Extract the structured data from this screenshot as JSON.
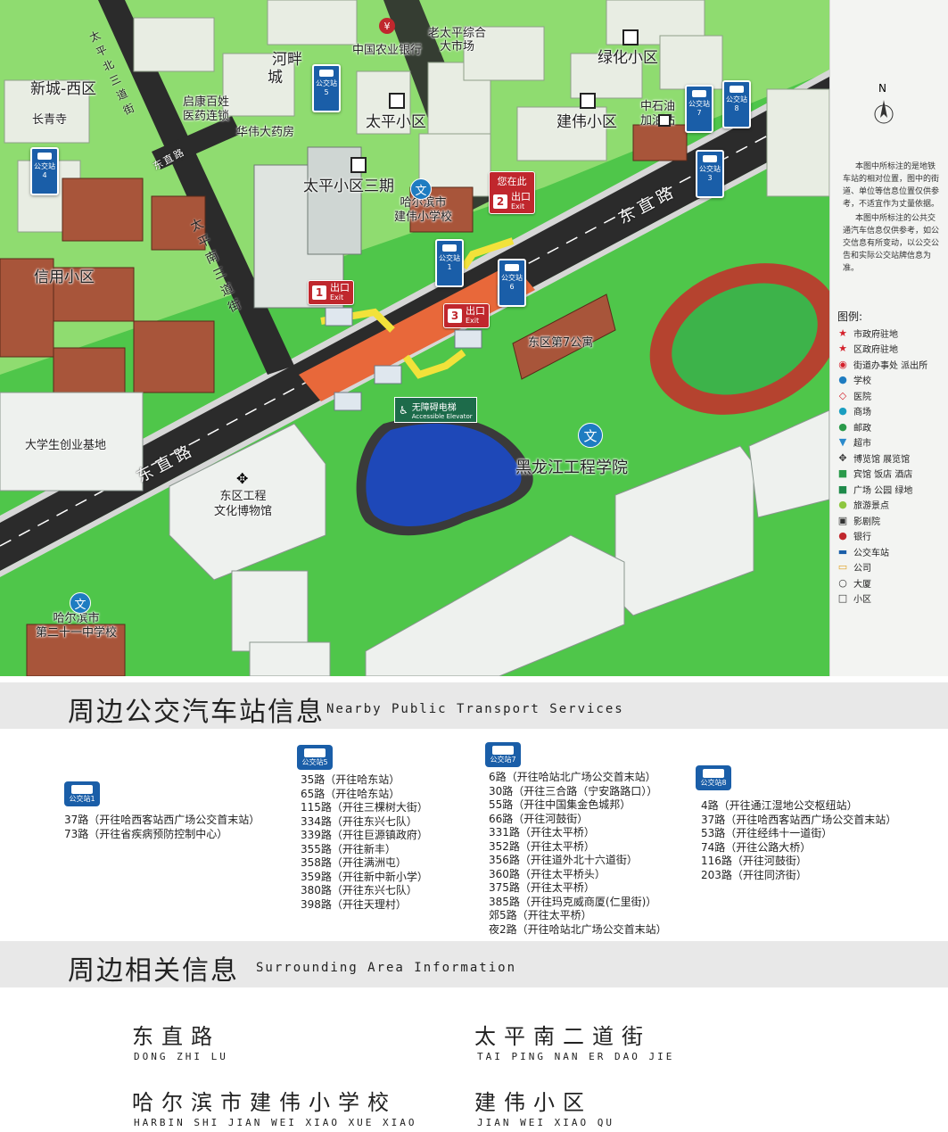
{
  "map": {
    "places": {
      "xincheng_west": "新城-西区",
      "changqing_temple": "长青寺",
      "qikang": "启康百姓\n医药连锁",
      "huawei_pharmacy": "华伟大药房",
      "agri_bank": "中国农业银行",
      "old_taiping_market": "老太平综合\n大市场",
      "hepan": "河畔",
      "cheng": "城",
      "lvhua": "绿化小区",
      "taiping_xiaoqu": "太平小区",
      "jianwei_xiaoqu": "建伟小区",
      "sinopec": "中石油\n加油站",
      "taiping_phase3": "太平小区三期",
      "jianwei_school": "哈尔滨市\n建伟小学校",
      "xinyong": "信用小区",
      "dongqu7": "东区第7公寓",
      "hlj_college": "黑龙江工程学院",
      "entrepreneur_base": "大学生创业基地",
      "culture_museum": "东区工程\n文化博物馆",
      "school21": "哈尔滨市\n第二十一中学校"
    },
    "roads": {
      "taiping_north3": "太平北三道街",
      "taiping_south3": "太平南三道街",
      "dongzhi_upper": "东直路",
      "dongzhi_lower": "东直路",
      "dongzhi_small": "东直路"
    },
    "exits": [
      {
        "num": "1",
        "label": "出口",
        "en": "Exit"
      },
      {
        "num": "2",
        "label": "出口",
        "en": "Exit",
        "here": "您在此"
      },
      {
        "num": "3",
        "label": "出口",
        "en": "Exit"
      }
    ],
    "elevator": {
      "label": "无障碍电梯",
      "en": "Accessible Elevator"
    },
    "bus_stops": [
      "公交站1",
      "公交站3",
      "公交站4",
      "公交站5",
      "公交站6",
      "公交站7",
      "公交站8"
    ],
    "school_glyph": "文"
  },
  "legend": {
    "north": "N",
    "note1": "本图中所标注的是地铁车站的相对位置，图中的街道、单位等信息位置仅供参考，不适宜作为丈量依据。",
    "note2": "本图中所标注的公共交通汽车信息仅供参考，如公交信息有所变动，以公交公告和实际公交站牌信息为准。",
    "title": "图例:",
    "items": [
      {
        "icon": "★",
        "color": "#d4202b",
        "label": "市政府驻地"
      },
      {
        "icon": "★",
        "color": "#d4202b",
        "label": "区政府驻地"
      },
      {
        "icon": "◉",
        "color": "#d4202b",
        "label": "街道办事处 派出所"
      },
      {
        "icon": "●",
        "color": "#1e7cc1",
        "label": "学校"
      },
      {
        "icon": "◇",
        "color": "#d4202b",
        "label": "医院"
      },
      {
        "icon": "●",
        "color": "#1a9ec0",
        "label": "商场"
      },
      {
        "icon": "●",
        "color": "#2a9a4a",
        "label": "邮政"
      },
      {
        "icon": "▼",
        "color": "#2a8acb",
        "label": "超市"
      },
      {
        "icon": "✥",
        "color": "#333333",
        "label": "博览馆 展览馆"
      },
      {
        "icon": "■",
        "color": "#2a9a4a",
        "label": "宾馆 饭店 酒店"
      },
      {
        "icon": "■",
        "color": "#1e8a4a",
        "label": "广场 公园 绿地"
      },
      {
        "icon": "●",
        "color": "#8dc63f",
        "label": "旅游景点"
      },
      {
        "icon": "▣",
        "color": "#333333",
        "label": "影剧院"
      },
      {
        "icon": "●",
        "color": "#c0272d",
        "label": "银行"
      },
      {
        "icon": "▬",
        "color": "#1a5ea8",
        "label": "公交车站"
      },
      {
        "icon": "▭",
        "color": "#e0a020",
        "label": "公司"
      },
      {
        "icon": "○",
        "color": "#333333",
        "label": "大厦"
      },
      {
        "icon": "□",
        "color": "#333333",
        "label": "小区"
      }
    ]
  },
  "transport": {
    "title_zh": "周边公交汽车站信息",
    "title_en": "Nearby Public Transport Services",
    "stops": [
      {
        "name": "公交站1",
        "routes": [
          "37路（开往哈西客站西广场公交首末站）",
          "73路（开往省疾病预防控制中心）"
        ]
      },
      {
        "name": "公交站5",
        "routes": [
          "35路（开往哈东站）",
          "65路（开往哈东站）",
          "115路（开往三棵树大街）",
          "334路（开往东兴七队）",
          "339路（开往巨源镇政府）",
          "355路（开往新丰）",
          "358路（开往满洲屯）",
          "359路（开往新中新小学）",
          "380路（开往东兴七队）",
          "398路（开往天理村）"
        ]
      },
      {
        "name": "公交站7",
        "routes": [
          "6路（开往哈站北广场公交首末站）",
          "30路（开往三合路（宁安路路口））",
          "55路（开往中国集金色城邦）",
          "66路（开往河鼓街）",
          "331路（开往太平桥）",
          "352路（开往太平桥）",
          "356路（开往道外北十六道街）",
          "360路（开往太平桥头）",
          "375路（开往太平桥）",
          "385路（开往玛克威商厦(仁里街)）",
          "郊5路（开往太平桥）",
          "夜2路（开往哈站北广场公交首末站）"
        ]
      },
      {
        "name": "公交站8",
        "routes": [
          "4路（开往通江湿地公交枢纽站）",
          "37路（开往哈西客站西广场公交首末站）",
          "53路（开往经纬十一道街）",
          "74路（开往公路大桥）",
          "116路（开往河鼓街）",
          "203路（开往同济街）"
        ]
      }
    ]
  },
  "surrounding": {
    "title_zh": "周边相关信息",
    "title_en": "Surrounding Area Information",
    "items": [
      {
        "zh": "东直路",
        "en": "DONG ZHI LU"
      },
      {
        "zh": "太平南二道街",
        "en": "TAI PING NAN ER DAO JIE"
      },
      {
        "zh": "哈尔滨市建伟小学校",
        "en": "HARBIN SHI JIAN WEI XIAO XUE XIAO"
      },
      {
        "zh": "建伟小区",
        "en": "JIAN WEI XIAO QU"
      }
    ]
  }
}
